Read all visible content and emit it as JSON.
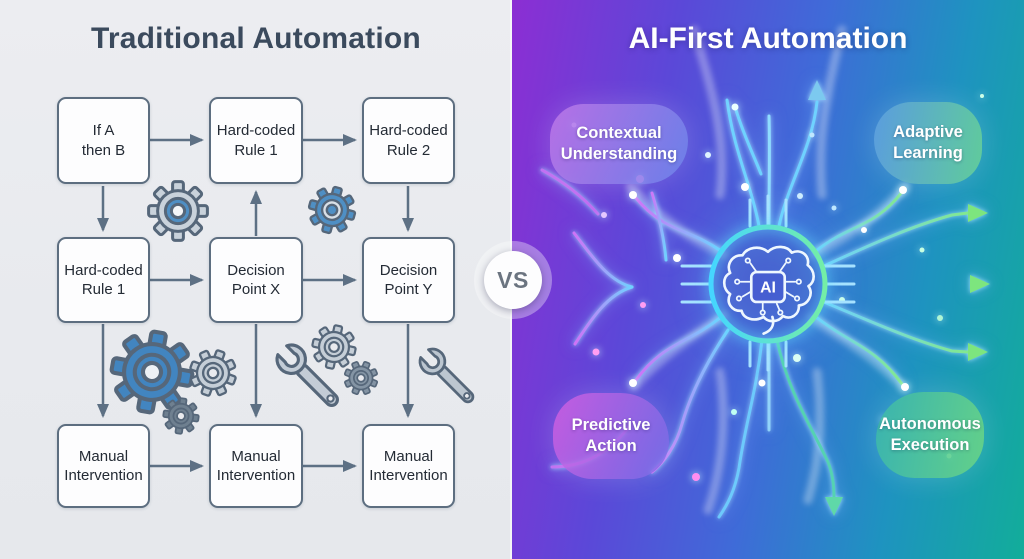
{
  "left_panel": {
    "title": "Traditional Automation",
    "flow_boxes": [
      {
        "label": "If A\nthen B"
      },
      {
        "label": "Hard-coded\nRule 1"
      },
      {
        "label": "Hard-coded\nRule 2"
      },
      {
        "label": "Hard-coded\nRule 1"
      },
      {
        "label": "Decision\nPoint X"
      },
      {
        "label": "Decision\nPoint Y"
      },
      {
        "label": "Manual\nIntervention"
      },
      {
        "label": "Manual\nIntervention"
      },
      {
        "label": "Manual\nIntervention"
      }
    ],
    "icons": [
      {
        "name": "gear-icon",
        "count": 7
      },
      {
        "name": "wrench-icon",
        "count": 2
      }
    ]
  },
  "divider": {
    "vs_label": "VS"
  },
  "right_panel": {
    "title": "AI-First Automation",
    "ai_core_label": "AI",
    "capabilities": [
      {
        "label": "Contextual\nUnderstanding"
      },
      {
        "label": "Adaptive\nLearning"
      },
      {
        "label": "Predictive\nAction"
      },
      {
        "label": "Autonomous\nExecution"
      }
    ],
    "icons": [
      {
        "name": "ai-brain-icon",
        "shape": "brain outline with circuit traces and AI chip"
      }
    ]
  },
  "colors": {
    "left_background": "#e9eaee",
    "left_title": "#3b4a5d",
    "box_border": "#5d6e80",
    "arrow": "#5d7084",
    "gear_blue": "#4f8fc4",
    "gear_gray": "#c5ced7",
    "right_gradient": [
      "#8c2ed3",
      "#3f6bd8",
      "#12ad9a"
    ],
    "flow_cyan": "#6fd2ff",
    "flow_purple": "#cf72f7",
    "flow_green": "#7de57e",
    "ring_gradient": [
      "#45d6ff",
      "#74eea6"
    ]
  }
}
